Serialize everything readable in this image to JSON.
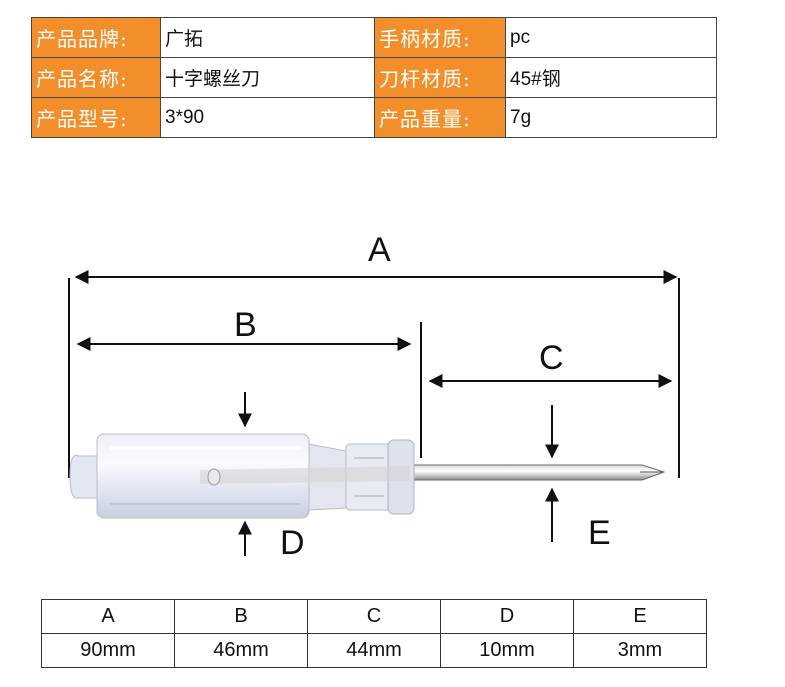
{
  "specs": {
    "brand_label": "产品品牌:",
    "brand_value": "广拓",
    "handle_label": "手柄材质:",
    "handle_value": "pc",
    "name_label": "产品名称:",
    "name_value": "十字螺丝刀",
    "shaft_label": "刀杆材质:",
    "shaft_value": "45#钢",
    "model_label": "产品型号:",
    "model_value": "3*90",
    "weight_label": "产品重量:",
    "weight_value": "7g"
  },
  "diagram": {
    "labels": {
      "a": "A",
      "b": "B",
      "c": "C",
      "d": "D",
      "e": "E"
    }
  },
  "dimensions": {
    "headers": [
      "A",
      "B",
      "C",
      "D",
      "E"
    ],
    "values": [
      "90mm",
      "46mm",
      "44mm",
      "10mm",
      "3mm"
    ]
  },
  "colors": {
    "label_bg": "#f38f2a",
    "label_text": "#ffffff"
  }
}
